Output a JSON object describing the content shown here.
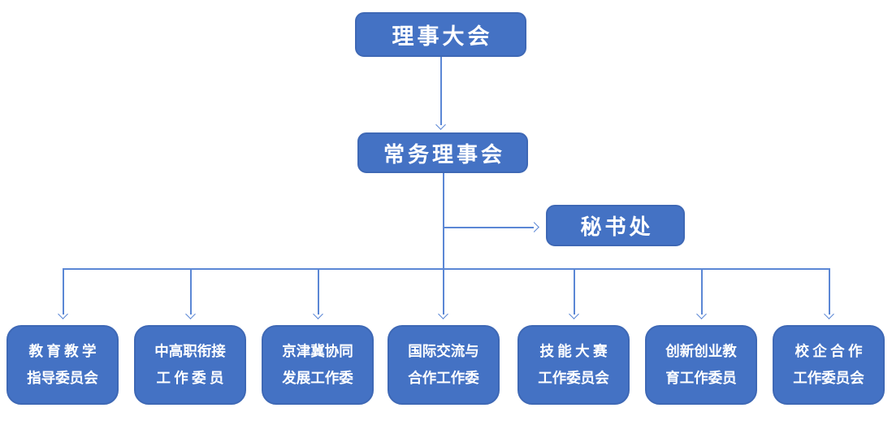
{
  "chart_type": "org-chart",
  "colors": {
    "box_fill": "#4472C4",
    "box_border": "#3E68B5",
    "connector": "#5B87D5",
    "text": "#FFFFFF",
    "background": "#FFFFFF"
  },
  "nodes": {
    "top": {
      "label": "理事大会"
    },
    "standing": {
      "label": "常务理事会"
    },
    "secretariat": {
      "label": "秘书处"
    }
  },
  "committees": [
    {
      "line1": "教 育 教 学",
      "line2": "指导委员会"
    },
    {
      "line1": "中高职衔接",
      "line2": "工 作 委 员"
    },
    {
      "line1": "京津冀协同",
      "line2": "发展工作委"
    },
    {
      "line1": "国际交流与",
      "line2": "合作工作委"
    },
    {
      "line1": "技 能 大 赛",
      "line2": "工作委员会"
    },
    {
      "line1": "创新创业教",
      "line2": "育工作委员"
    },
    {
      "line1": "校 企 合 作",
      "line2": "工作委员会"
    }
  ],
  "edges": [
    "理事大会 -> 常务理事会",
    "常务理事会 -> 秘书处",
    "常务理事会 -> 全部工作委员会"
  ]
}
